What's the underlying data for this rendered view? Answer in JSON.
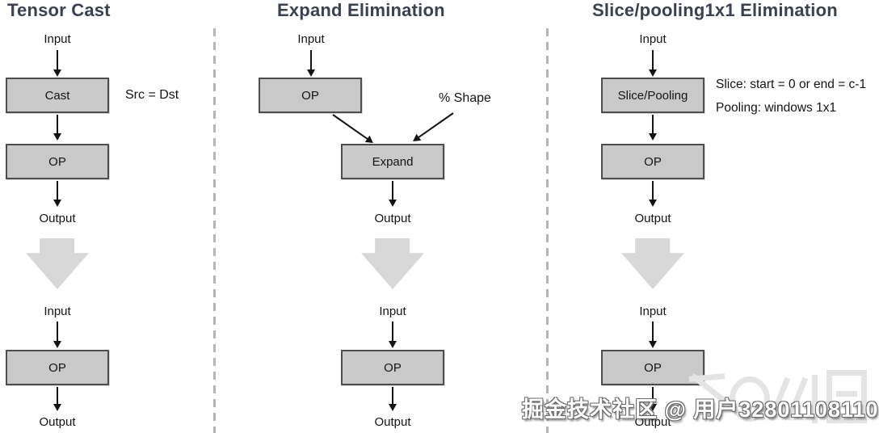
{
  "columns": [
    {
      "title": "Tensor Cast",
      "top": {
        "input": "Input",
        "box1": "Cast",
        "note": "Src = Dst",
        "box2": "OP",
        "output": "Output"
      },
      "bottom": {
        "input": "Input",
        "box": "OP",
        "output": "Output"
      }
    },
    {
      "title": "Expand Elimination",
      "top": {
        "input": "Input",
        "box1": "OP",
        "note": "% Shape",
        "box2": "Expand",
        "output": "Output"
      },
      "bottom": {
        "input": "Input",
        "box": "OP",
        "output": "Output"
      }
    },
    {
      "title": "Slice/pooling1x1 Elimination",
      "top": {
        "input": "Input",
        "box1": "Slice/Pooling",
        "note1": "Slice: start = 0 or end = c-1",
        "note2": "Pooling: windows 1x1",
        "box2": "OP",
        "output": "Output"
      },
      "bottom": {
        "input": "Input",
        "box": "OP",
        "output": "Output"
      }
    }
  ],
  "watermark": {
    "text": "掘金技术社区 @ 用户32801108110"
  },
  "colors": {
    "node_fill": "#c9c9c9",
    "node_border": "#4d4d4d",
    "title_text": "#3a4150",
    "big_arrow": "#d8d8d8",
    "divider": "#b5b5b5",
    "background": "#ffffff"
  }
}
